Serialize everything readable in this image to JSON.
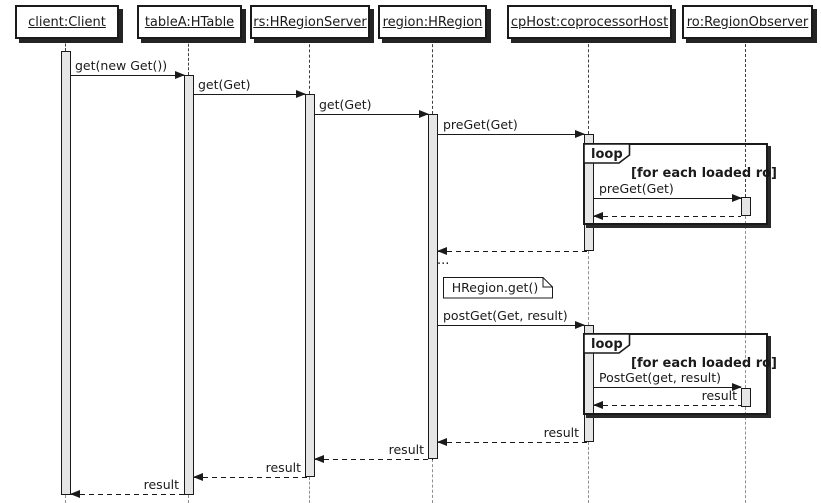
{
  "diagram": {
    "type": "uml-sequence-diagram",
    "colors": {
      "background": "#ffffff",
      "line": "#1a1a1a",
      "activation_fill": "#e6e6e6",
      "lifeline": "#8f8f8f",
      "shadow": "#242424",
      "fill": "#ffffff"
    }
  },
  "participants": [
    {
      "id": "client",
      "label": "client:Client"
    },
    {
      "id": "tableA",
      "label": "tableA:HTable"
    },
    {
      "id": "rs",
      "label": "rs:HRegionServer"
    },
    {
      "id": "region",
      "label": "region:HRegion"
    },
    {
      "id": "cpHost",
      "label": "cpHost:coprocessorHost"
    },
    {
      "id": "ro",
      "label": "ro:RegionObserver"
    }
  ],
  "messages": [
    {
      "label": "get(new Get())",
      "from": "client",
      "to": "tableA",
      "type": "solid"
    },
    {
      "label": "get(Get)",
      "from": "tableA",
      "to": "rs",
      "type": "solid"
    },
    {
      "label": "get(Get)",
      "from": "rs",
      "to": "region",
      "type": "solid"
    },
    {
      "label": "preGet(Get)",
      "from": "region",
      "to": "cpHost",
      "type": "solid"
    },
    {
      "label": "preGet(Get)",
      "from": "cpHost",
      "to": "ro",
      "type": "solid"
    },
    {
      "label": "",
      "from": "ro",
      "to": "cpHost",
      "type": "return"
    },
    {
      "label": "",
      "from": "cpHost",
      "to": "region",
      "type": "return"
    },
    {
      "label": "postGet(Get, result)",
      "from": "region",
      "to": "cpHost",
      "type": "solid"
    },
    {
      "label": "PostGet(get, result)",
      "from": "cpHost",
      "to": "ro",
      "type": "solid"
    },
    {
      "label": "result",
      "from": "ro",
      "to": "cpHost",
      "type": "return"
    },
    {
      "label": "result",
      "from": "cpHost",
      "to": "region",
      "type": "return"
    },
    {
      "label": "result",
      "from": "region",
      "to": "rs",
      "type": "return"
    },
    {
      "label": "result",
      "from": "rs",
      "to": "tableA",
      "type": "return"
    },
    {
      "label": "result",
      "from": "tableA",
      "to": "client",
      "type": "return"
    }
  ],
  "fragments": [
    {
      "keyword": "loop",
      "condition": "[for each loaded ro]"
    },
    {
      "keyword": "loop",
      "condition": "[for each loaded ro]"
    }
  ],
  "note": {
    "text": "HRegion.get()"
  },
  "ellipsis": "..."
}
